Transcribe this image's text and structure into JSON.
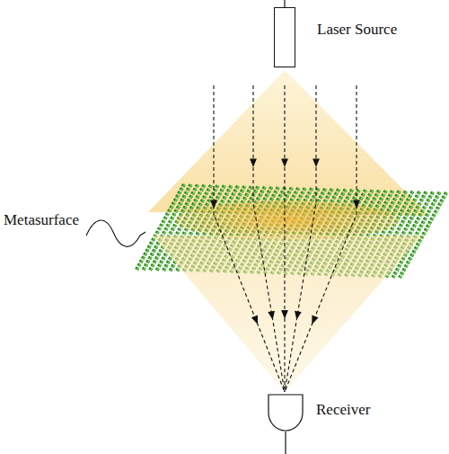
{
  "diagram": {
    "nodes": [
      {
        "text": [
          "Laser Source"
        ]
      },
      {
        "text": [
          "Receiver"
        ]
      }
    ],
    "labels": [
      "Metasurface"
    ]
  }
}
